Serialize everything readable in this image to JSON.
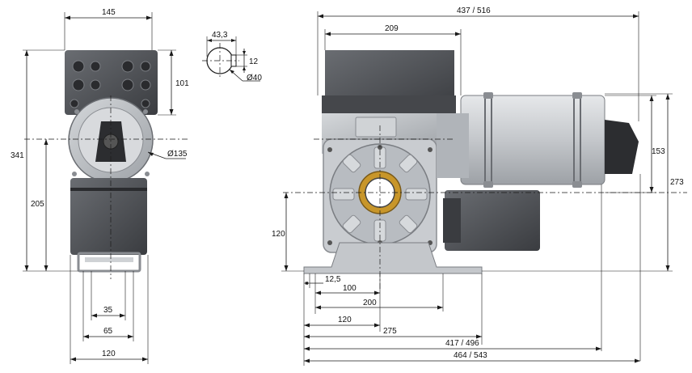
{
  "left_view": {
    "top_width": "145",
    "overall_height": "341",
    "terminal_box_height": "101",
    "flange_diameter": "Ø135",
    "shaft_center_height": "205",
    "foot_inner_width": "35",
    "foot_outer_width": "65",
    "base_width": "120"
  },
  "shaft_detail": {
    "key_height": "43,3",
    "key_width": "12",
    "bore_diameter": "Ø40"
  },
  "right_view": {
    "overall_length": "437 / 516",
    "gearbox_top_width": "209",
    "motor_diameter": "153",
    "overall_height": "273",
    "shaft_height": "120",
    "hole_offset": "12,5",
    "dim_100": "100",
    "dim_200": "200",
    "dim_120": "120",
    "dim_275": "275",
    "dim_417": "417 / 496",
    "dim_464": "464 / 543"
  },
  "colors": {
    "housing": "#5a5d62",
    "housing_dark": "#3c3e42",
    "motor_silver": "#c9ccd0",
    "gearbox_light": "#b8bcc1",
    "bushing": "#c8962a",
    "line": "#1a1a1a"
  }
}
